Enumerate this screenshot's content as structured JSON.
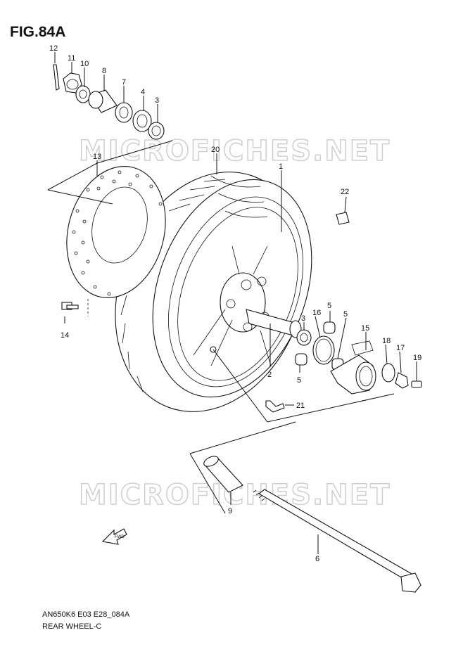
{
  "figure": {
    "title": "FIG.84A",
    "code": "AN650K6 E03 E28_084A",
    "name": "REAR WHEEL-C",
    "watermark": "MICROFICHES.NET",
    "fwd_arrow_text": "FWD"
  },
  "callouts": {
    "c1": "1",
    "c2": "2",
    "c3a": "3",
    "c3b": "3",
    "c4": "4",
    "c5a": "5",
    "c5b": "5",
    "c5c": "5",
    "c6": "6",
    "c7": "7",
    "c8": "8",
    "c9": "9",
    "c10": "10",
    "c11": "11",
    "c12": "12",
    "c13": "13",
    "c14": "14",
    "c15": "15",
    "c16": "16",
    "c17": "17",
    "c18": "18",
    "c19": "19",
    "c20": "20",
    "c21": "21",
    "c22": "22"
  }
}
